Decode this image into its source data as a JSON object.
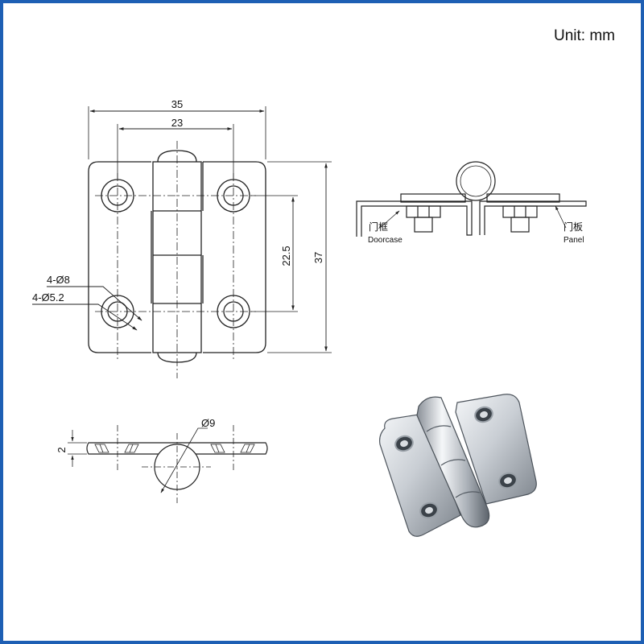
{
  "header": {
    "unit_label": "Unit: mm"
  },
  "front_view": {
    "width_overall": "35",
    "hole_spacing_h": "23",
    "hole_spacing_v": "22.5",
    "height_overall": "37",
    "counterbore": "4-Ø8",
    "hole": "4-Ø5.2"
  },
  "install_view": {
    "doorcase_cn": "门框",
    "doorcase_en": "Doorcase",
    "panel_cn": "门板",
    "panel_en": "Panel"
  },
  "side_view": {
    "thickness": "2",
    "pin_dia": "Ø9"
  },
  "colors": {
    "border": "#1e5fb4",
    "line": "#222222"
  }
}
